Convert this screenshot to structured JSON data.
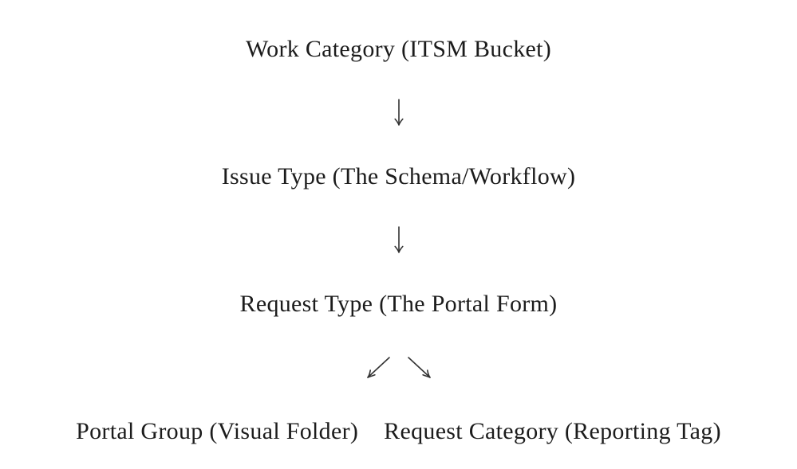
{
  "diagram": {
    "nodes": [
      {
        "id": "work-category",
        "label": "Work Category (ITSM Bucket)"
      },
      {
        "id": "issue-type",
        "label": "Issue Type (The Schema/Workflow)"
      },
      {
        "id": "request-type",
        "label": "Request Type (The Portal Form)"
      },
      {
        "id": "portal-group",
        "label": "Portal Group (Visual Folder)"
      },
      {
        "id": "request-category",
        "label": "Request Category (Reporting Tag)"
      }
    ],
    "arrows": [
      {
        "from": "work-category",
        "to": "issue-type",
        "glyph": "↓"
      },
      {
        "from": "issue-type",
        "to": "request-type",
        "glyph": "↓"
      },
      {
        "from": "request-type",
        "to": "portal-group",
        "glyph": "↙"
      },
      {
        "from": "request-type",
        "to": "request-category",
        "glyph": "↘"
      }
    ]
  },
  "colors": {
    "background": "#ffffff",
    "text": "#1c1c1c",
    "arrow": "#333333"
  }
}
